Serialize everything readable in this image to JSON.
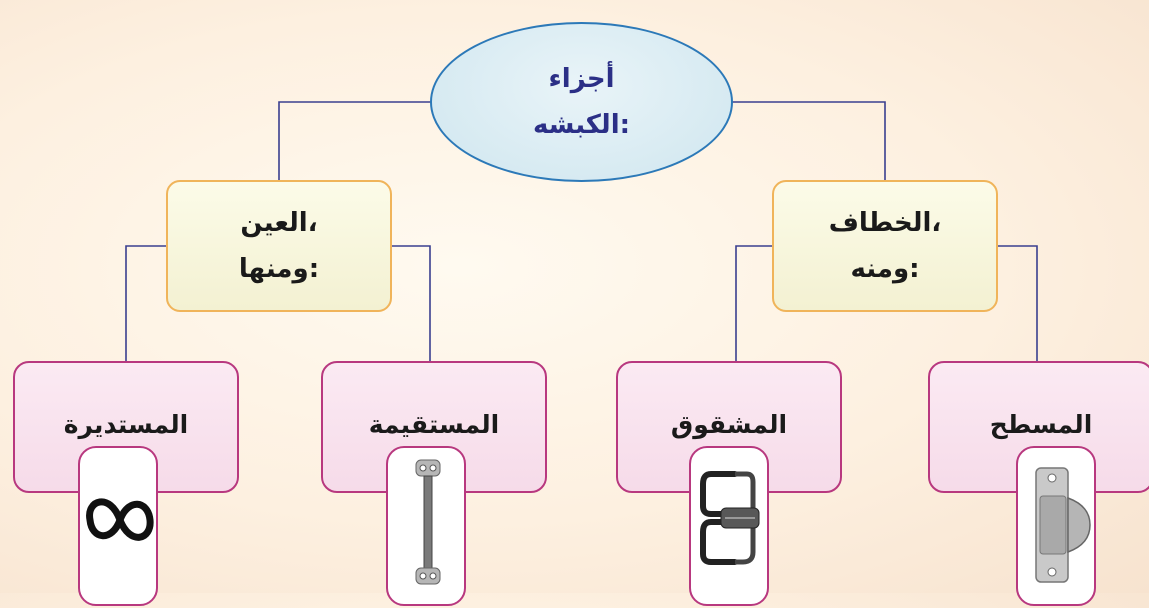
{
  "root": {
    "line1": "أجزاء",
    "line2": "الكبشه:"
  },
  "branches": [
    {
      "line1": "العين،",
      "line2": "ومنها:"
    },
    {
      "line1": "الخطاف،",
      "line2": "ومنه:"
    }
  ],
  "leaves": [
    {
      "label": "المستديرة",
      "icon": "round-eye-icon"
    },
    {
      "label": "المستقيمة",
      "icon": "straight-eye-icon"
    },
    {
      "label": "المشقوق",
      "icon": "split-hook-icon"
    },
    {
      "label": "المسطح",
      "icon": "flat-hook-icon"
    }
  ],
  "colors": {
    "root_border": "#2c79b8",
    "root_text": "#2b2f86",
    "branch_border": "#f0b45a",
    "leaf_border": "#b8387f",
    "connector": "#3a3f8f"
  }
}
